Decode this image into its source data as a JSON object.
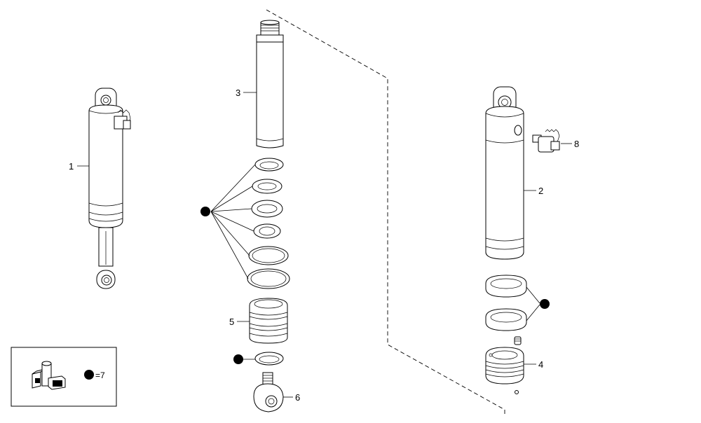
{
  "callouts": {
    "p1": "1",
    "p2": "2",
    "p3": "3",
    "p4": "4",
    "p5": "5",
    "p6": "6",
    "p8": "8"
  },
  "legend": {
    "kit_label": "=7"
  },
  "icons": {
    "kit_marker": "filled-dot-icon",
    "kit_box": "kit-boxes-icon"
  }
}
